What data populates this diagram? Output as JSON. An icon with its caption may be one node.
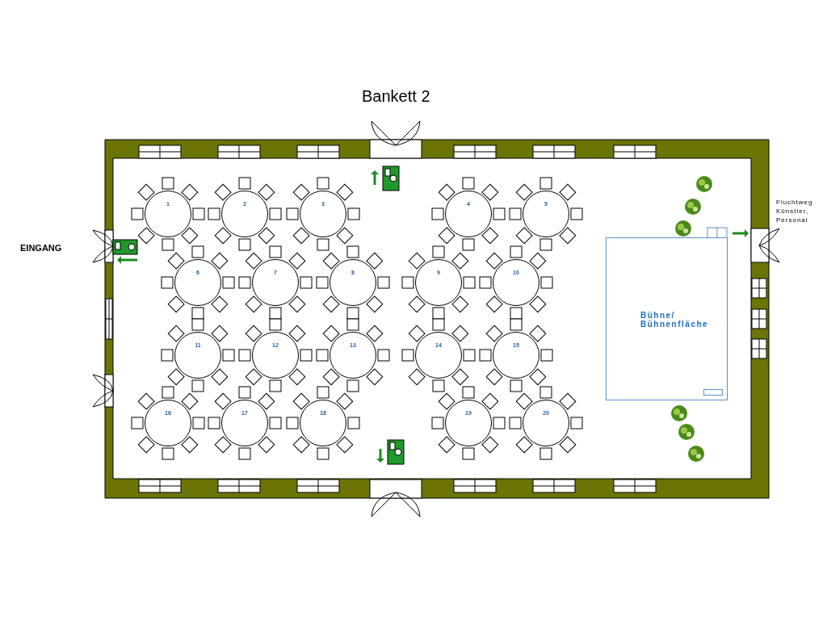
{
  "diagram": {
    "title": "Bankett 2",
    "nodes": [
      {
        "text": [
          "1"
        ]
      },
      {
        "text": [
          "2"
        ]
      },
      {
        "text": [
          "3"
        ]
      },
      {
        "text": [
          "4"
        ]
      },
      {
        "text": [
          "5"
        ]
      },
      {
        "text": [
          "6"
        ]
      },
      {
        "text": [
          "7"
        ]
      },
      {
        "text": [
          "8"
        ]
      },
      {
        "text": [
          "9"
        ]
      },
      {
        "text": [
          "10"
        ]
      },
      {
        "text": [
          "11"
        ]
      },
      {
        "text": [
          "12"
        ]
      },
      {
        "text": [
          "13"
        ]
      },
      {
        "text": [
          "14"
        ]
      },
      {
        "text": [
          "15"
        ]
      },
      {
        "text": [
          "16"
        ]
      },
      {
        "text": [
          "17"
        ]
      },
      {
        "text": [
          "18"
        ]
      },
      {
        "text": [
          "19"
        ]
      },
      {
        "text": [
          "20"
        ]
      },
      {
        "text": [
          "Bühne/ Bühnenfläche"
        ]
      }
    ],
    "labels": [
      "EINGANG",
      "Fluchtweg Künstler, Personal"
    ]
  }
}
